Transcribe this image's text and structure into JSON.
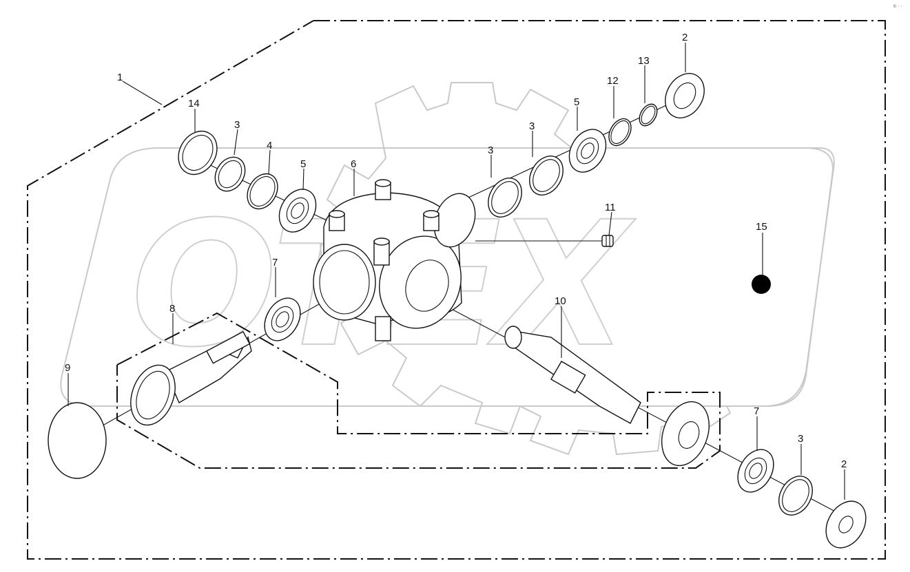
{
  "watermark": "OTEX",
  "corner_mark": "© · ·",
  "callouts": [
    {
      "id": "c1",
      "text": "1"
    },
    {
      "id": "c14",
      "text": "14"
    },
    {
      "id": "c3a",
      "text": "3"
    },
    {
      "id": "c4",
      "text": "4"
    },
    {
      "id": "c5a",
      "text": "5"
    },
    {
      "id": "c6",
      "text": "6"
    },
    {
      "id": "c3b",
      "text": "3"
    },
    {
      "id": "c3c",
      "text": "3"
    },
    {
      "id": "c5b",
      "text": "5"
    },
    {
      "id": "c12",
      "text": "12"
    },
    {
      "id": "c13",
      "text": "13"
    },
    {
      "id": "c2a",
      "text": "2"
    },
    {
      "id": "c11",
      "text": "11"
    },
    {
      "id": "c15",
      "text": "15"
    },
    {
      "id": "c7a",
      "text": "7"
    },
    {
      "id": "c8",
      "text": "8"
    },
    {
      "id": "c9",
      "text": "9"
    },
    {
      "id": "c10",
      "text": "10"
    },
    {
      "id": "c7b",
      "text": "7"
    },
    {
      "id": "c3d",
      "text": "3"
    },
    {
      "id": "c2b",
      "text": "2"
    }
  ]
}
